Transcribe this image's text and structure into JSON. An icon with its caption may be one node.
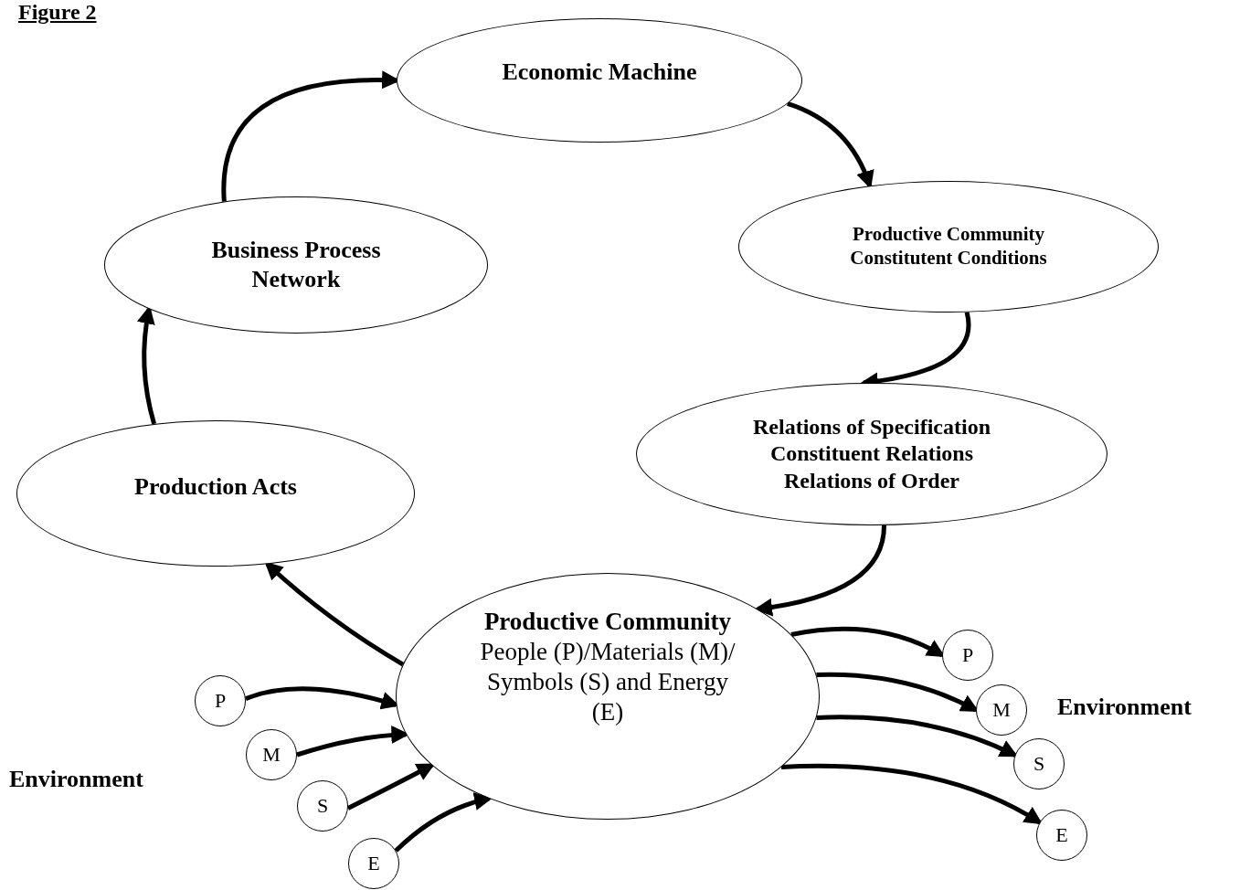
{
  "diagram": {
    "title": "Figure 2",
    "nodes": [
      {
        "text": [
          "Economic Machine"
        ]
      },
      {
        "text": [
          "Productive Community",
          "Constitutent Conditions"
        ]
      },
      {
        "text": [
          "Business Process Network"
        ]
      },
      {
        "text": [
          "Relations of Specification",
          "Constituent Relations",
          "Relations of Order"
        ]
      },
      {
        "text": [
          "Production Acts"
        ]
      },
      {
        "text": [
          "Productive Community",
          "People (P)/Materials (M)/ Symbols (S) and Energy (E)"
        ]
      },
      {
        "text": [
          "P"
        ]
      },
      {
        "text": [
          "M"
        ]
      },
      {
        "text": [
          "S"
        ]
      },
      {
        "text": [
          "E"
        ]
      },
      {
        "text": [
          "P"
        ]
      },
      {
        "text": [
          "M"
        ]
      },
      {
        "text": [
          "S"
        ]
      },
      {
        "text": [
          "E"
        ]
      }
    ],
    "edges": [
      {
        "from": 2,
        "to": 0,
        "arrow": "to"
      },
      {
        "from": 0,
        "to": 1,
        "arrow": "to"
      },
      {
        "from": 1,
        "to": 3,
        "arrow": "to"
      },
      {
        "from": 3,
        "to": 5,
        "arrow": "to"
      },
      {
        "from": 5,
        "to": 4,
        "arrow": "to"
      },
      {
        "from": 4,
        "to": 2,
        "arrow": "to"
      },
      {
        "from": 6,
        "to": 5,
        "arrow": "to"
      },
      {
        "from": 7,
        "to": 5,
        "arrow": "to"
      },
      {
        "from": 8,
        "to": 5,
        "arrow": "to"
      },
      {
        "from": 9,
        "to": 5,
        "arrow": "to"
      },
      {
        "from": 5,
        "to": 10,
        "arrow": "to"
      },
      {
        "from": 5,
        "to": 11,
        "arrow": "to"
      },
      {
        "from": 5,
        "to": 12,
        "arrow": "to"
      },
      {
        "from": 5,
        "to": 13,
        "arrow": "to"
      }
    ],
    "labels": [
      "Environment",
      "Environment"
    ]
  }
}
